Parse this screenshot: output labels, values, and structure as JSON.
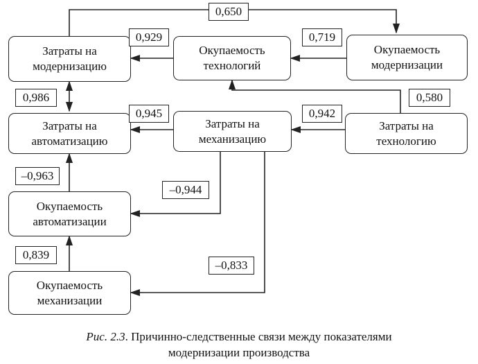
{
  "nodes": {
    "modernization_costs": [
      "Затраты на",
      "модернизацию"
    ],
    "technology_payback": [
      "Окупаемость",
      "технологий"
    ],
    "modernization_payback": [
      "Окупаемость",
      "модернизации"
    ],
    "automation_costs": [
      "Затраты на",
      "автоматизацию"
    ],
    "mechanization_costs": [
      "Затраты на",
      "механизацию"
    ],
    "technology_costs": [
      "Затраты на",
      "технологию"
    ],
    "automation_payback": [
      "Окупаемость",
      "автоматизации"
    ],
    "mechanization_payback": [
      "Окупаемость",
      "механизации"
    ]
  },
  "coefficients": {
    "top_loop": "0,650",
    "tech_payback_to_mod_costs": "0,929",
    "mod_payback_to_tech_payback": "0,719",
    "mod_costs_auto_costs": "0,986",
    "tech_costs_to_tech_payback": "0,580",
    "mech_costs_to_auto_costs": "0,945",
    "tech_costs_to_mech_costs": "0,942",
    "auto_payback_to_auto_costs": "–0,963",
    "mech_costs_to_auto_payback": "–0,944",
    "mech_payback_to_auto_payback": "0,839",
    "mech_costs_to_mech_payback": "–0,833"
  },
  "caption": {
    "prefix": "Рис. 2.3",
    "line1": ". Причинно-следственные связи между показателями",
    "line2": "модернизации производства"
  }
}
